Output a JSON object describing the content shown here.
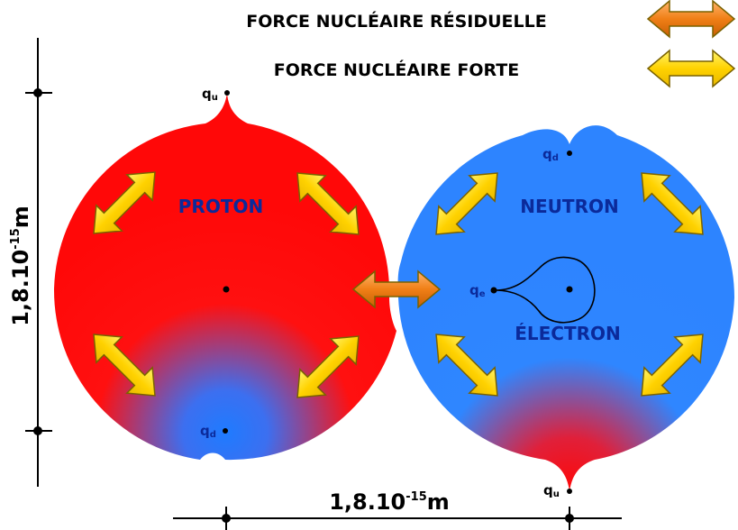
{
  "legend": {
    "residual_force": "FORCE NUCLÉAIRE RÉSIDUELLE",
    "strong_force": "FORCE NUCLÉAIRE FORTE"
  },
  "proton": {
    "name": "PROTON",
    "quark_top_base": "q",
    "quark_top_sub": "u",
    "quark_bottom_base": "q",
    "quark_bottom_sub": "d"
  },
  "neutron": {
    "name": "NEUTRON",
    "electron_name": "ÉLECTRON",
    "electron_base": "q",
    "electron_sub": "e",
    "quark_top_base": "q",
    "quark_top_sub": "d",
    "quark_bottom_base": "q",
    "quark_bottom_sub": "u"
  },
  "dimensions": {
    "vertical_base": "1,8.10",
    "vertical_exp": "-15",
    "vertical_unit": "m",
    "horizontal_base": "1,8.10",
    "horizontal_exp": "-15",
    "horizontal_unit": "m"
  },
  "colors": {
    "proton_red": "#ff0a0a",
    "neutron_blue": "#2f86ff",
    "residual_arrow": "#f07f16",
    "strong_arrow": "#ffd200"
  }
}
